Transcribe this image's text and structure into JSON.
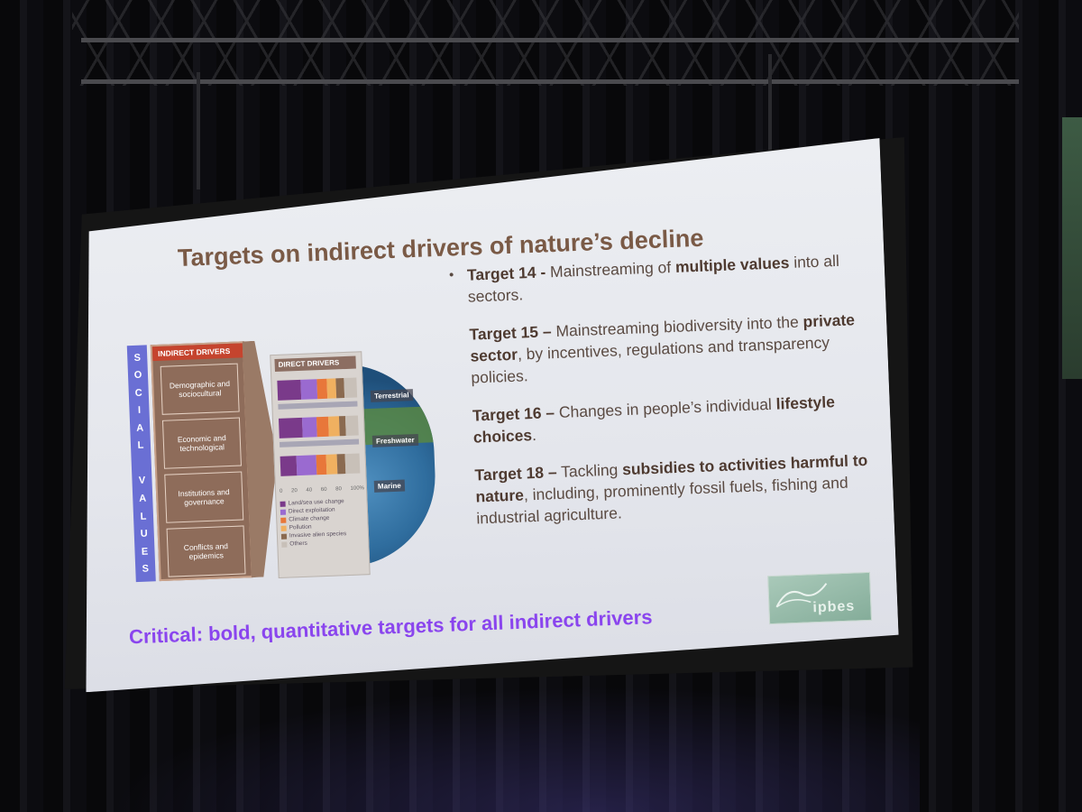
{
  "slide": {
    "title": "Targets on indirect drivers of nature’s decline",
    "targets": [
      {
        "bullet": "•",
        "label": "Target 14 -",
        "parts": [
          " Mainstreaming of ",
          "multiple values",
          " into all sectors."
        ]
      },
      {
        "label": "Target 15 –",
        "parts": [
          " Mainstreaming biodiversity into the ",
          "private sector",
          ", by incentives, regulations and transparency policies."
        ]
      },
      {
        "label": "Target 16 –",
        "parts": [
          " Changes in people’s individual ",
          "lifestyle choices",
          "."
        ]
      },
      {
        "label": "Target 18 –",
        "parts": [
          " Tackling ",
          "subsidies to activities harmful to nature",
          ", including, prominently fossil fuels, fishing and industrial agriculture."
        ]
      }
    ],
    "critical": "Critical: bold, quantitative targets for all indirect drivers",
    "logo_text": "ipbes"
  },
  "diagram": {
    "social_values_letters": [
      "S",
      "O",
      "C",
      "I",
      "A",
      "L",
      "",
      "V",
      "A",
      "L",
      "U",
      "E",
      "S"
    ],
    "indirect_header": "INDIRECT DRIVERS",
    "indirect_items": [
      "Demographic and sociocultural",
      "Economic and technological",
      "Institutions and governance",
      "Conflicts and epidemics"
    ],
    "direct_header": "DIRECT DRIVERS",
    "ecosystems": [
      "Terrestrial",
      "Freshwater",
      "Marine"
    ],
    "axis_ticks": [
      "0",
      "20",
      "40",
      "60",
      "80",
      "100%"
    ],
    "legend": [
      {
        "label": "Land/sea use change",
        "color": "#7a3a8a"
      },
      {
        "label": "Direct exploitation",
        "color": "#9a6ad0"
      },
      {
        "label": "Climate change",
        "color": "#e8773a"
      },
      {
        "label": "Pollution",
        "color": "#f0b060"
      },
      {
        "label": "Invasive alien species",
        "color": "#8a6a50"
      },
      {
        "label": "Others",
        "color": "#c8c0b8"
      }
    ],
    "bar_rows": [
      [
        30,
        20,
        12,
        12,
        10,
        16
      ],
      [
        30,
        18,
        14,
        14,
        8,
        16
      ],
      [
        20,
        26,
        12,
        14,
        10,
        18
      ]
    ]
  }
}
